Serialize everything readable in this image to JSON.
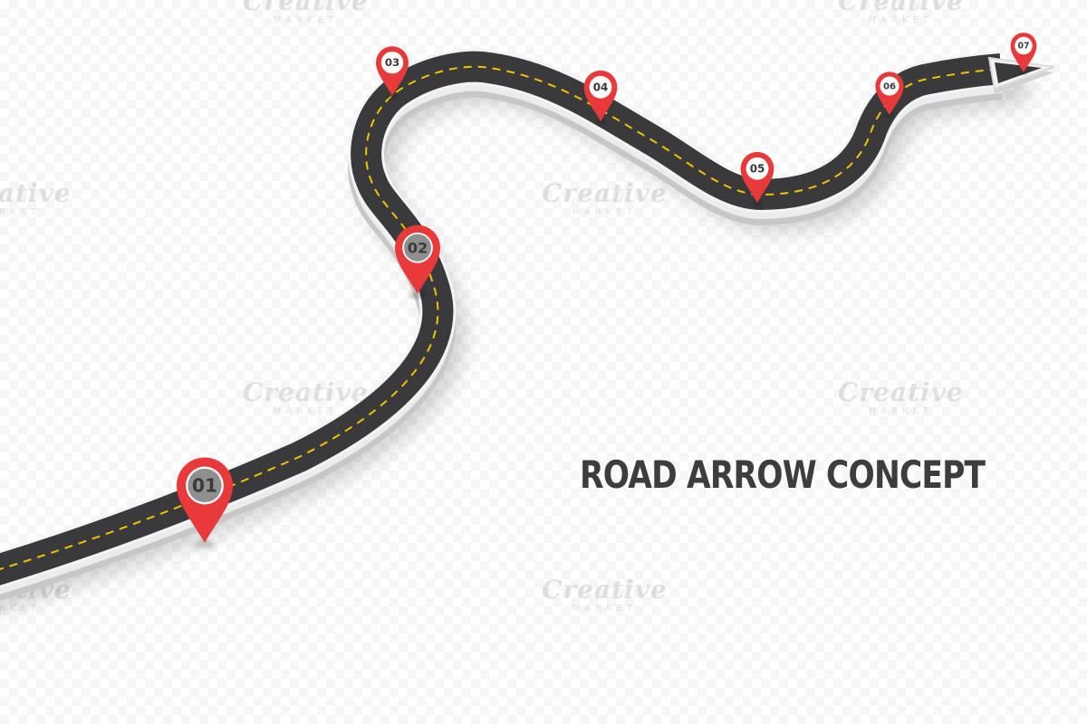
{
  "title": "ROAD ARROW CONCEPT",
  "watermark": {
    "brand": "Creative",
    "sub": "MARKET"
  },
  "colors": {
    "asphalt": "#3a3a3c",
    "lane": "#f2c200",
    "pin": "#e83a3a",
    "pin_center": "#8f8f8f",
    "road_edge": "#e9e9e9",
    "text": "#3d3d3d"
  },
  "icons": [
    "map-pin-icon",
    "arrow-head-icon"
  ],
  "pins": [
    {
      "label": "01"
    },
    {
      "label": "02"
    },
    {
      "label": "03"
    },
    {
      "label": "04"
    },
    {
      "label": "05"
    },
    {
      "label": "06"
    },
    {
      "label": "07"
    }
  ]
}
